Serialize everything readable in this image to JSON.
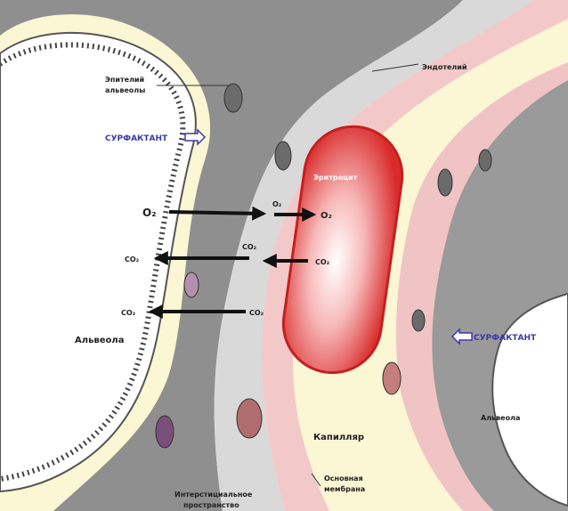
{
  "labels": {
    "alveolar_wall": [
      "Эпителий",
      "альвеолы"
    ],
    "endothelium": "Эндотелий",
    "surfactant_left": "СУРФАКТАНТ",
    "surfactant_right": "СУРФАКТАНТ",
    "erythrocyte": "Эритроцит",
    "alveola_left": "Альвеола",
    "alveola_right": "Альвеола",
    "capillary": "Капилляр",
    "basement_membrane": [
      "Основная",
      "мембрана"
    ],
    "interstitial": [
      "Интерстициальное",
      "пространство"
    ]
  },
  "gases": {
    "o2_in": "O₂",
    "o2_mid": "O₂",
    "o2_cell": "O₂",
    "co2_top": "CO₂",
    "co2_row2_left": "CO₂",
    "co2_row2_right": "CO₂",
    "co2_row3_left": "CO₂",
    "co2_row3_right": "CO₂"
  },
  "colors": {
    "alveolus": "#ffffff",
    "epithelium": "#cfcfcf",
    "interstitium": "#8f8f8f",
    "capillary_wall": "#f3c8c8",
    "plasma": "#fbf6d4",
    "erythrocyte": "#e03a3a",
    "arrow": "#111111",
    "surfactant_text": "#3a3aa8"
  }
}
